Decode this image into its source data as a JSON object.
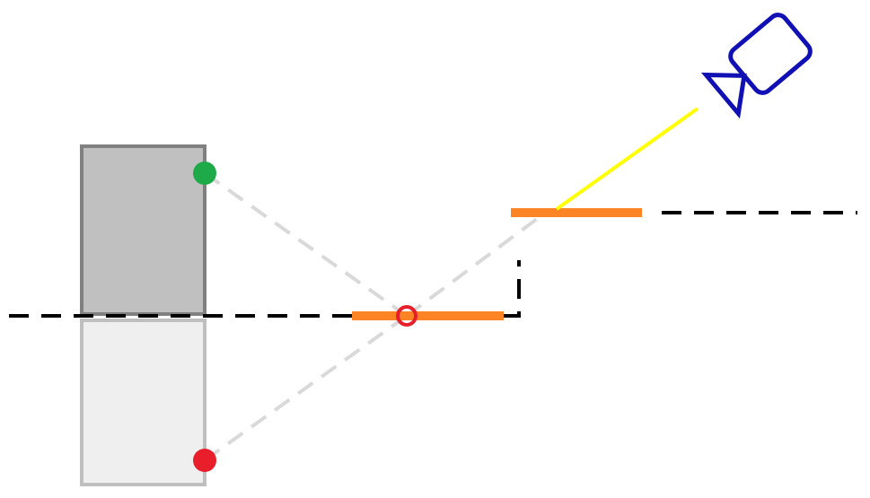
{
  "diagram": {
    "description_visible_text": [],
    "colors": {
      "background": "#ffffff",
      "object_fill": "#c0c0c0",
      "object_stroke": "#808080",
      "reflection_fill": "#efefef",
      "reflection_stroke": "#bfbfbf",
      "mirror": "#fc8424",
      "boundary_dash": "#000000",
      "sight_line": "#d9d9d9",
      "camera_ray": "#ffff00",
      "camera": "#1010b4",
      "real_point": "#1faa4a",
      "virtual_point": "#e81e2a",
      "reflection_marker": "#e81e2a"
    },
    "elements": [
      "real-object",
      "mirrored-object",
      "upper-mirror",
      "lower-mirror",
      "mirror-boundary",
      "reflection-point",
      "camera",
      "camera-ray"
    ],
    "icons": {
      "camera": "video-camera-icon",
      "real_point": "filled-circle-icon",
      "virtual_point": "filled-circle-icon",
      "reflection_point": "ring-icon"
    }
  }
}
